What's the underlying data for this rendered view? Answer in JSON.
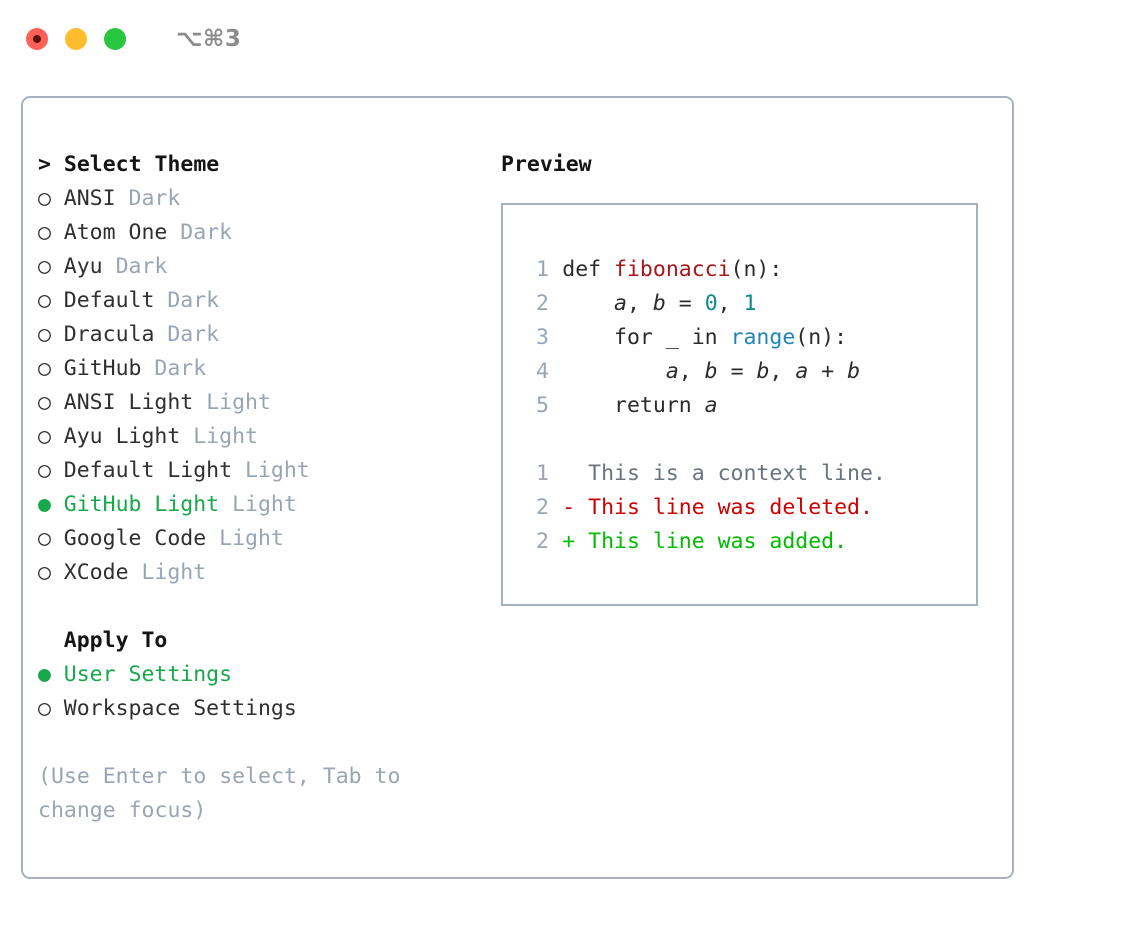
{
  "titlebar": {
    "shortcut": "⌥⌘3",
    "buttons": {
      "close": "close-button",
      "minimize": "minimize-button",
      "maximize": "maximize-button"
    }
  },
  "theme_panel": {
    "header": "Select Theme",
    "header_prefix": "> ",
    "marker_unselected": "○ ",
    "marker_selected": "● ",
    "items": [
      {
        "name": "ANSI",
        "category": "Dark",
        "selected": false
      },
      {
        "name": "Atom One",
        "category": "Dark",
        "selected": false
      },
      {
        "name": "Ayu",
        "category": "Dark",
        "selected": false
      },
      {
        "name": "Default",
        "category": "Dark",
        "selected": false
      },
      {
        "name": "Dracula",
        "category": "Dark",
        "selected": false
      },
      {
        "name": "GitHub",
        "category": "Dark",
        "selected": false
      },
      {
        "name": "ANSI Light",
        "category": "Light",
        "selected": false
      },
      {
        "name": "Ayu Light",
        "category": "Light",
        "selected": false
      },
      {
        "name": "Default Light",
        "category": "Light",
        "selected": false
      },
      {
        "name": "GitHub Light",
        "category": "Light",
        "selected": true
      },
      {
        "name": "Google Code",
        "category": "Light",
        "selected": false
      },
      {
        "name": "XCode",
        "category": "Light",
        "selected": false
      }
    ]
  },
  "apply_to": {
    "header": "Apply To",
    "items": [
      {
        "name": "User Settings",
        "selected": true
      },
      {
        "name": "Workspace Settings",
        "selected": false
      }
    ]
  },
  "hint": {
    "line1": "(Use Enter to select, Tab to",
    "line2": "change focus)"
  },
  "preview": {
    "title": "Preview",
    "code_lines": [
      {
        "lineno": "1",
        "tokens": [
          {
            "text": "def ",
            "type": "plain"
          },
          {
            "text": "fibonacci",
            "type": "func"
          },
          {
            "text": "(n):",
            "type": "plain"
          }
        ]
      },
      {
        "lineno": "2",
        "tokens": [
          {
            "text": "    ",
            "type": "plain"
          },
          {
            "text": "a",
            "type": "var"
          },
          {
            "text": ", ",
            "type": "plain"
          },
          {
            "text": "b",
            "type": "var"
          },
          {
            "text": " = ",
            "type": "plain"
          },
          {
            "text": "0",
            "type": "num"
          },
          {
            "text": ", ",
            "type": "plain"
          },
          {
            "text": "1",
            "type": "num"
          }
        ]
      },
      {
        "lineno": "3",
        "tokens": [
          {
            "text": "    for _ in ",
            "type": "plain"
          },
          {
            "text": "range",
            "type": "call"
          },
          {
            "text": "(n):",
            "type": "plain"
          }
        ]
      },
      {
        "lineno": "4",
        "tokens": [
          {
            "text": "        ",
            "type": "plain"
          },
          {
            "text": "a",
            "type": "var"
          },
          {
            "text": ", ",
            "type": "plain"
          },
          {
            "text": "b",
            "type": "var"
          },
          {
            "text": " = ",
            "type": "plain"
          },
          {
            "text": "b",
            "type": "var"
          },
          {
            "text": ", ",
            "type": "plain"
          },
          {
            "text": "a",
            "type": "var"
          },
          {
            "text": " + ",
            "type": "plain"
          },
          {
            "text": "b",
            "type": "var"
          }
        ]
      },
      {
        "lineno": "5",
        "tokens": [
          {
            "text": "    return ",
            "type": "plain"
          },
          {
            "text": "a",
            "type": "var"
          }
        ]
      }
    ],
    "diff_lines": [
      {
        "lineno": "1",
        "sign": "  ",
        "text": "This is a context line.",
        "kind": "context"
      },
      {
        "lineno": "2",
        "sign": "- ",
        "text": "This line was deleted.",
        "kind": "deleted"
      },
      {
        "lineno": "2",
        "sign": "+ ",
        "text": "This line was added.",
        "kind": "added"
      }
    ]
  },
  "colors": {
    "selection_green": "#17a84a",
    "diff_added": "#00bb00",
    "diff_deleted": "#cc0000",
    "muted_gray": "#9aa5b4",
    "border": "#a7b1c0",
    "func_red": "#a4161a",
    "number_teal": "#0e8a8a",
    "call_blue": "#1f87b8"
  }
}
